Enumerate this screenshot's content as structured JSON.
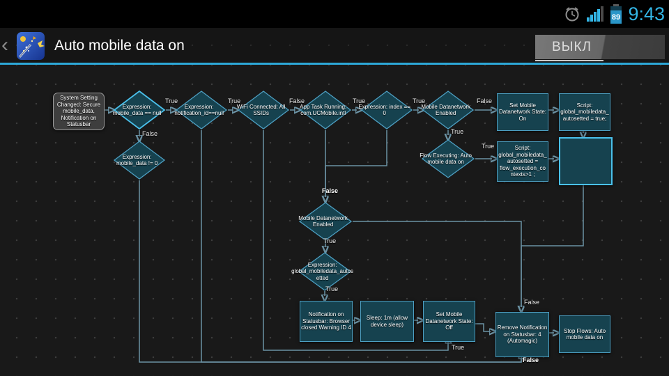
{
  "status_bar": {
    "time": "9:43",
    "battery_level": "89"
  },
  "header": {
    "back_glyph": "‹",
    "title": "Auto mobile data on",
    "toggle_label": "ВЫКЛ"
  },
  "flow": {
    "nodes": [
      {
        "id": "trigger-system-setting-changed",
        "type": "trigger",
        "label": "System Setting Changed: Secure mobile_data, Notification on Statusbar"
      },
      {
        "id": "condition-expression-mobile-data-null",
        "type": "condition",
        "label": "Expression: mobile_data == null"
      },
      {
        "id": "condition-expression-notification-id-null",
        "type": "condition",
        "label": "Expression: notification_id==null"
      },
      {
        "id": "condition-wifi-connected",
        "type": "condition",
        "label": "WiFi Connected: All SSIDs"
      },
      {
        "id": "condition-app-task-running",
        "type": "condition",
        "label": "App Task Running: com.UCMobile.intl"
      },
      {
        "id": "condition-expression-index-0",
        "type": "condition",
        "label": "Expression: index == 0"
      },
      {
        "id": "condition-mobile-datanetwork-enabled-top",
        "type": "condition",
        "label": "Mobile Datanetwork Enabled"
      },
      {
        "id": "action-set-mobile-data-on",
        "type": "action",
        "label": "Set Mobile Datanetwork State: On"
      },
      {
        "id": "action-script-autosetted-true",
        "type": "action",
        "label": "Script: global_mobiledata_autosetted = true;"
      },
      {
        "id": "condition-expression-mobile-data-not-0",
        "type": "condition",
        "label": "Expression: mobile_data != 0"
      },
      {
        "id": "condition-flow-executing",
        "type": "condition",
        "label": "Flow Executing: Auto mobile data on"
      },
      {
        "id": "action-script-autosetted-contexts",
        "type": "action",
        "label": "Script: global_mobiledata_autosetted = flow_execution_contexts>1 ;"
      },
      {
        "id": "action-empty",
        "type": "action",
        "label": ""
      },
      {
        "id": "condition-mobile-datanetwork-enabled-mid",
        "type": "condition",
        "label": "Mobile Datanetwork Enabled"
      },
      {
        "id": "condition-expression-global-autosetted",
        "type": "condition",
        "label": "Expression: global_mobiledata_autosetted"
      },
      {
        "id": "action-notification-browser-closed",
        "type": "action",
        "label": "Notification on Statusbar: Browser closed Warning ID 4"
      },
      {
        "id": "action-sleep-1m",
        "type": "action",
        "label": "Sleep: 1m (allow device sleep)"
      },
      {
        "id": "action-set-mobile-data-off",
        "type": "action",
        "label": "Set Mobile Datanetwork State: Off"
      },
      {
        "id": "action-remove-notification",
        "type": "action",
        "label": "Remove Notification on Statusbar: 4 (Automagic)"
      },
      {
        "id": "action-stop-flows",
        "type": "action",
        "label": "Stop Flows: Auto mobile data on"
      }
    ],
    "connection_labels": [
      {
        "text": "True"
      },
      {
        "text": "True"
      },
      {
        "text": "False"
      },
      {
        "text": "True"
      },
      {
        "text": "True"
      },
      {
        "text": "False"
      },
      {
        "text": "False"
      },
      {
        "text": "True"
      },
      {
        "text": "True"
      },
      {
        "text": "False"
      },
      {
        "text": "True"
      },
      {
        "text": "True"
      },
      {
        "text": "False"
      },
      {
        "text": "False"
      },
      {
        "text": "True"
      }
    ]
  },
  "colors": {
    "accent": "#33b5e5",
    "node_fill": "#16424f",
    "node_border": "#4d9fc2",
    "selected_border": "#4ac1ec",
    "line": "#6b92a4",
    "trigger_fill": "#3e3e3e",
    "trigger_border": "#9c9c9c",
    "background": "#191919"
  }
}
